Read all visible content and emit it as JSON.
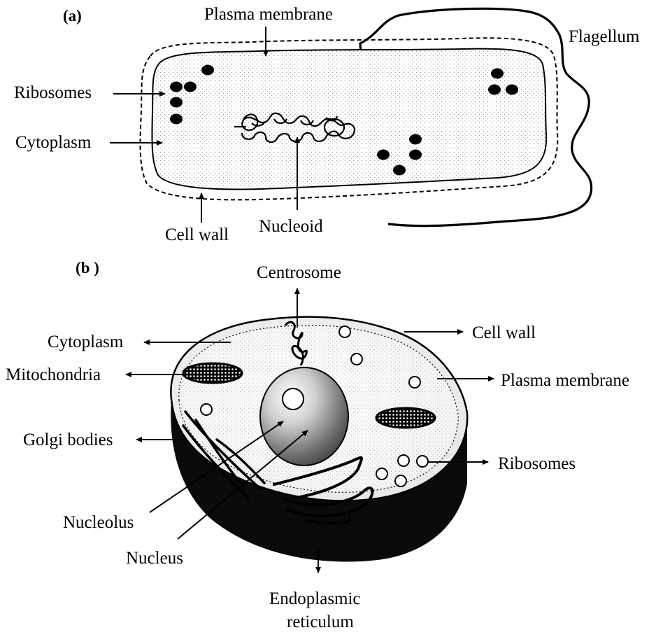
{
  "diagram_a": {
    "panel_label": "(a)",
    "labels": {
      "plasma_membrane": "Plasma membrane",
      "flagellum": "Flagellum",
      "ribosomes": "Ribosomes",
      "cytoplasm": "Cytoplasm",
      "cell_wall": "Cell wall",
      "nucleoid": "Nucleoid"
    }
  },
  "diagram_b": {
    "panel_label": "(b )",
    "labels": {
      "centrosome": "Centrosome",
      "cytoplasm": "Cytoplasm",
      "cell_wall": "Cell wall",
      "mitochondria": "Mitochondria",
      "plasma_membrane": "Plasma membrane",
      "golgi_bodies": "Golgi bodies",
      "ribosomes": "Ribosomes",
      "nucleolus": "Nucleolus",
      "nucleus": "Nucleus",
      "er_line1": "Endoplasmic",
      "er_line2": "reticulum"
    }
  },
  "colors": {
    "ink": "#000000",
    "stipple": "#d8d8d8",
    "cell_fill": "#f2f2f2",
    "paper": "#ffffff"
  }
}
